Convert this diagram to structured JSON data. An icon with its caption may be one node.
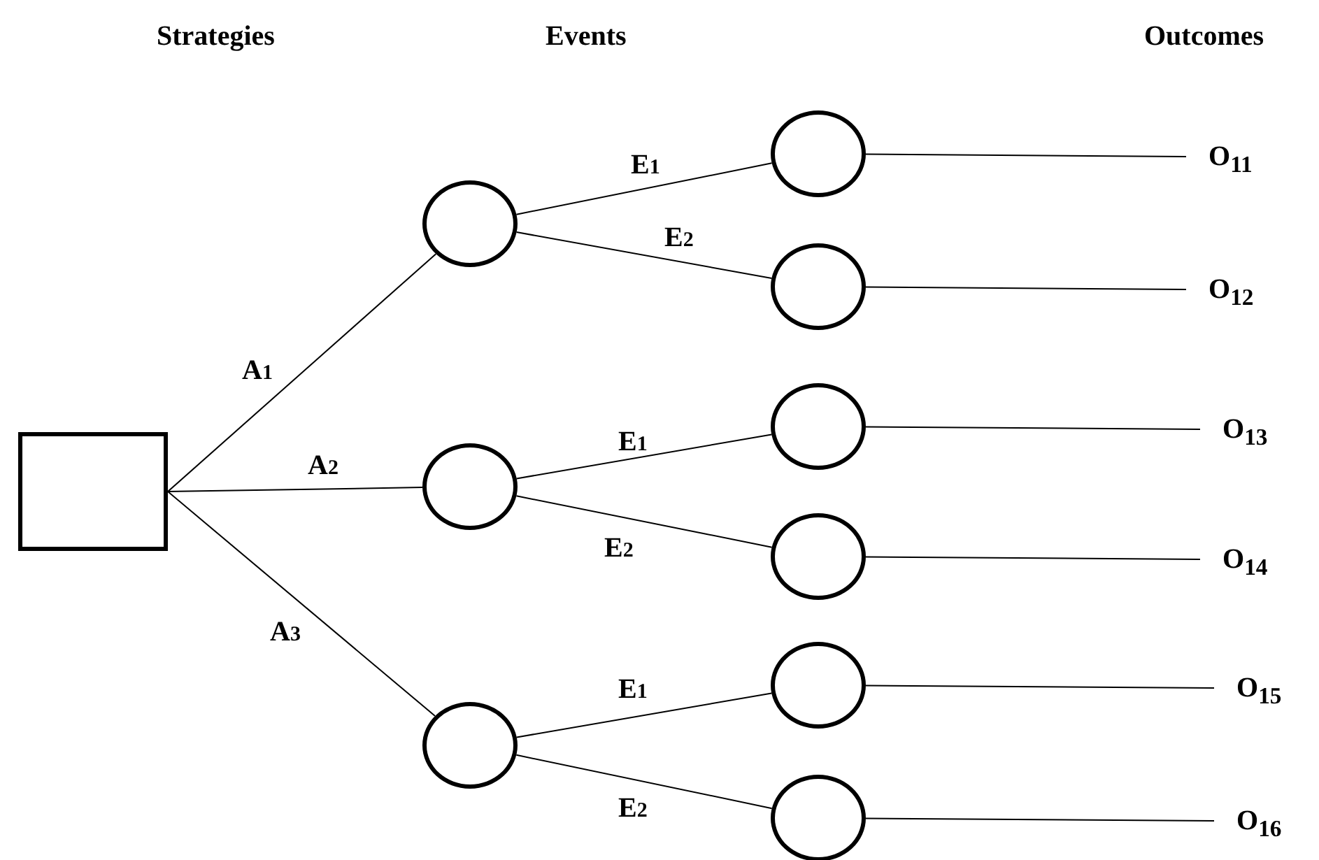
{
  "diagram": {
    "nodes": [
      {
        "text": [],
        "shape": "box"
      },
      {
        "text": [],
        "shape": "circle"
      },
      {
        "text": [],
        "shape": "circle"
      },
      {
        "text": [],
        "shape": "circle"
      },
      {
        "text": [],
        "shape": "circle"
      },
      {
        "text": [],
        "shape": "circle"
      },
      {
        "text": [],
        "shape": "circle"
      },
      {
        "text": [],
        "shape": "circle"
      },
      {
        "text": [],
        "shape": "circle"
      },
      {
        "text": [],
        "shape": "circle"
      },
      {
        "text": [
          "O$_{11}$"
        ]
      },
      {
        "text": [
          "O$_{12}$"
        ]
      },
      {
        "text": [
          "O$_{13}$"
        ]
      },
      {
        "text": [
          "O$_{14}$"
        ]
      },
      {
        "text": [
          "O$_{15}$"
        ]
      },
      {
        "text": [
          "O$_{16}$"
        ]
      }
    ],
    "edges": [
      {
        "from": 0,
        "to": 1,
        "arrow": "none",
        "label": "A$_{1}$"
      },
      {
        "from": 0,
        "to": 2,
        "arrow": "none",
        "label": "A$_{2}$"
      },
      {
        "from": 0,
        "to": 3,
        "arrow": "none",
        "label": "A$_{3}$"
      },
      {
        "from": 1,
        "to": 4,
        "arrow": "none",
        "label": "E$_{1}$"
      },
      {
        "from": 1,
        "to": 5,
        "arrow": "none",
        "label": "E$_{2}$"
      },
      {
        "from": 2,
        "to": 6,
        "arrow": "none",
        "label": "E$_{1}$"
      },
      {
        "from": 2,
        "to": 7,
        "arrow": "none",
        "label": "E$_{2}$"
      },
      {
        "from": 3,
        "to": 8,
        "arrow": "none",
        "label": "E$_{1}$"
      },
      {
        "from": 3,
        "to": 9,
        "arrow": "none",
        "label": "E$_{2}$"
      },
      {
        "from": 4,
        "to": 10,
        "arrow": "none"
      },
      {
        "from": 5,
        "to": 11,
        "arrow": "none"
      },
      {
        "from": 6,
        "to": 12,
        "arrow": "none"
      },
      {
        "from": 7,
        "to": 13,
        "arrow": "none"
      },
      {
        "from": 8,
        "to": 14,
        "arrow": "none"
      },
      {
        "from": 9,
        "to": 15,
        "arrow": "none"
      }
    ],
    "labels": [
      "Strategies",
      "Events",
      "Outcomes"
    ]
  }
}
